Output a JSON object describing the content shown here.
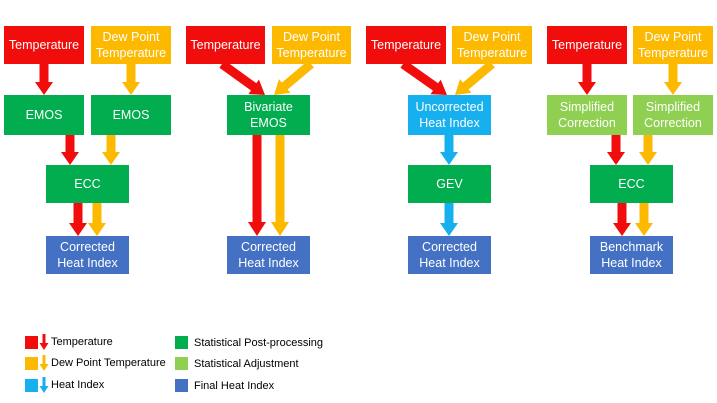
{
  "colors": {
    "temperature": "#f20d0d",
    "dew_point": "#fcb900",
    "heat_index": "#16b0ef",
    "statistical_post_processing": "#02ad4f",
    "statistical_adjustment": "#8fd053",
    "final_heat_index": "#4471c4"
  },
  "workflows": [
    {
      "inputs": [
        "Temperature",
        "Dew Point\nTemperature"
      ],
      "step1": [
        "EMOS",
        "EMOS"
      ],
      "step2": "ECC",
      "output": "Corrected\nHeat Index"
    },
    {
      "inputs": [
        "Temperature",
        "Dew Point\nTemperature"
      ],
      "step1": [
        "Bivariate\nEMOS"
      ],
      "output": "Corrected\nHeat Index"
    },
    {
      "inputs": [
        "Temperature",
        "Dew Point\nTemperature"
      ],
      "step1": [
        "Uncorrected\nHeat Index"
      ],
      "step2": "GEV",
      "output": "Corrected\nHeat Index"
    },
    {
      "inputs": [
        "Temperature",
        "Dew Point\nTemperature"
      ],
      "step1": [
        "Simplified\nCorrection",
        "Simplified\nCorrection"
      ],
      "step2": "ECC",
      "output": "Benchmark\nHeat Index"
    }
  ],
  "legend": {
    "arrows": [
      {
        "label": "Temperature",
        "color_key": "temperature"
      },
      {
        "label": "Dew Point Temperature",
        "color_key": "dew_point"
      },
      {
        "label": "Heat Index",
        "color_key": "heat_index"
      }
    ],
    "boxes": [
      {
        "label": "Statistical Post-processing",
        "color_key": "statistical_post_processing"
      },
      {
        "label": "Statistical Adjustment",
        "color_key": "statistical_adjustment"
      },
      {
        "label": "Final Heat Index",
        "color_key": "final_heat_index"
      }
    ]
  }
}
